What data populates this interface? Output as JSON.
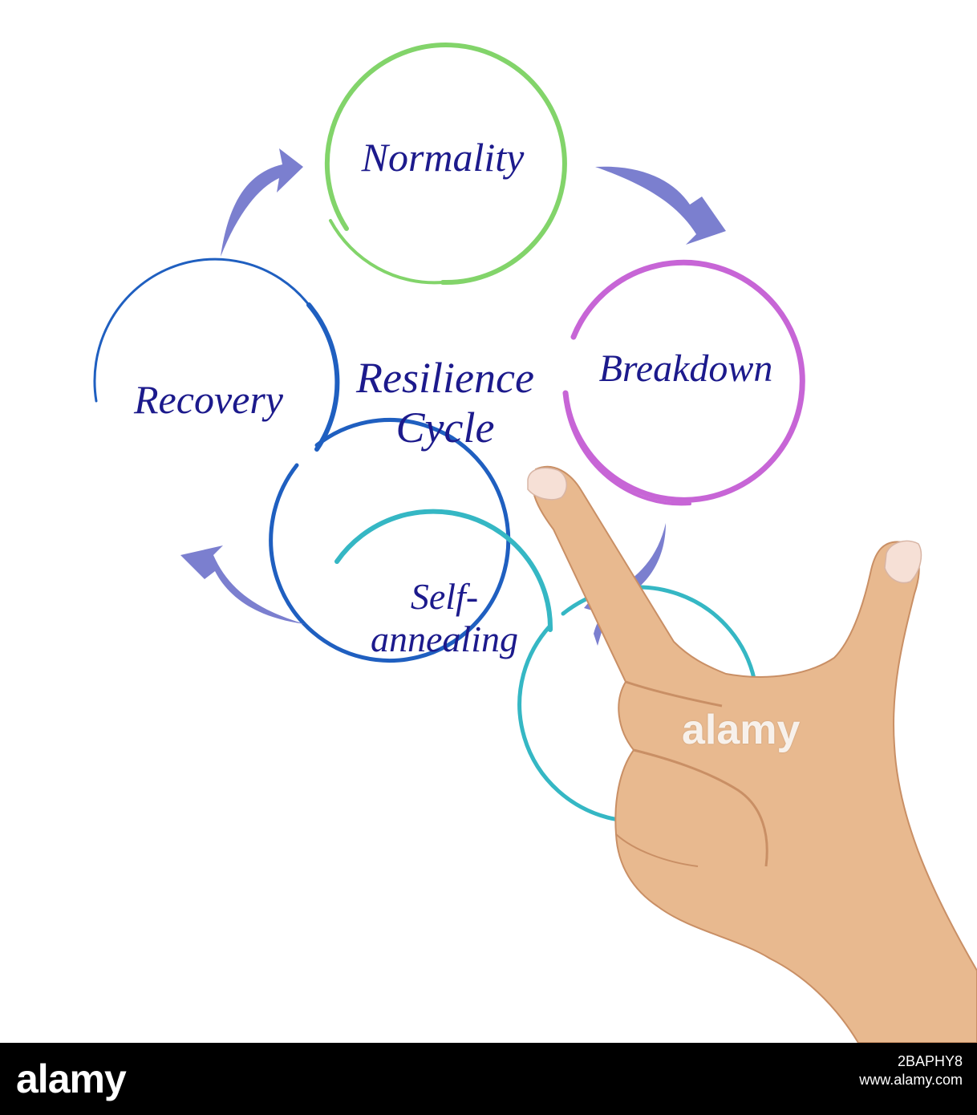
{
  "diagram": {
    "center_title": "Resilience Cycle",
    "nodes": [
      {
        "id": "normality",
        "label": "Normality",
        "color": "#82d46a"
      },
      {
        "id": "breakdown",
        "label": "Breakdown",
        "color": "#c765d6"
      },
      {
        "id": "self-annealing",
        "label": "Self-annealing",
        "color": "#35b7c4"
      },
      {
        "id": "recovery",
        "label": "Recovery",
        "color": "#1f5fc0"
      }
    ],
    "arrow_color": "#7b7fcf",
    "text_color": "#1c1a8c"
  },
  "watermark": "alamy",
  "footer": {
    "logo": "alamy",
    "image_id": "2BAPHY8",
    "site": "www.alamy.com"
  }
}
